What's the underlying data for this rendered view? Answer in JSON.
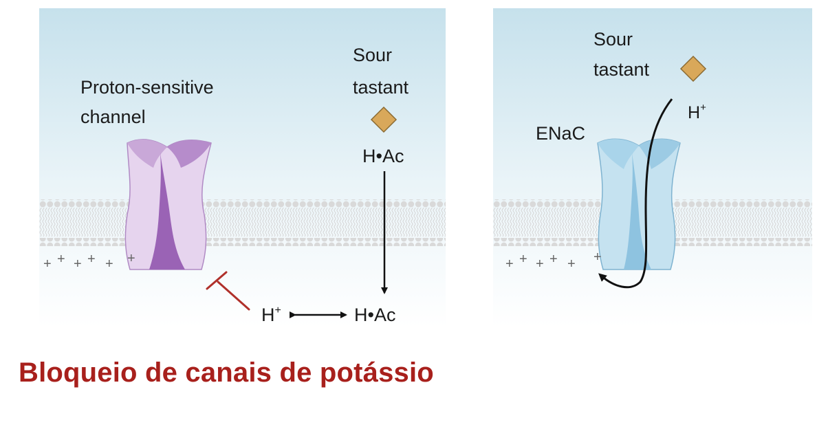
{
  "left_panel": {
    "channel_label_line1": "Proton-sensitive",
    "channel_label_line2": "channel",
    "tastant_line1": "Sour",
    "tastant_line2": "tastant",
    "hac_top": "H•Ac",
    "hac_bottom": "H•Ac",
    "proton": "H",
    "proton_sup": "+",
    "charges": [
      "+",
      "+",
      "+",
      "+",
      "+",
      "+"
    ]
  },
  "right_panel": {
    "tastant_line1": "Sour",
    "tastant_line2": "tastant",
    "channel_label": "ENaC",
    "proton": "H",
    "proton_sup": "+",
    "charges": [
      "+",
      "+",
      "+",
      "+",
      "+",
      "+"
    ]
  },
  "caption": "Bloqueio de canais de potássio",
  "colors": {
    "caption": "#a8201c",
    "proton_channel": "#9a63b5",
    "enac_channel": "#a9d4ea",
    "tastant_diamond": "#d9a85a",
    "inhibition": "#b0302a",
    "extracellular": "#cfe6ef"
  }
}
